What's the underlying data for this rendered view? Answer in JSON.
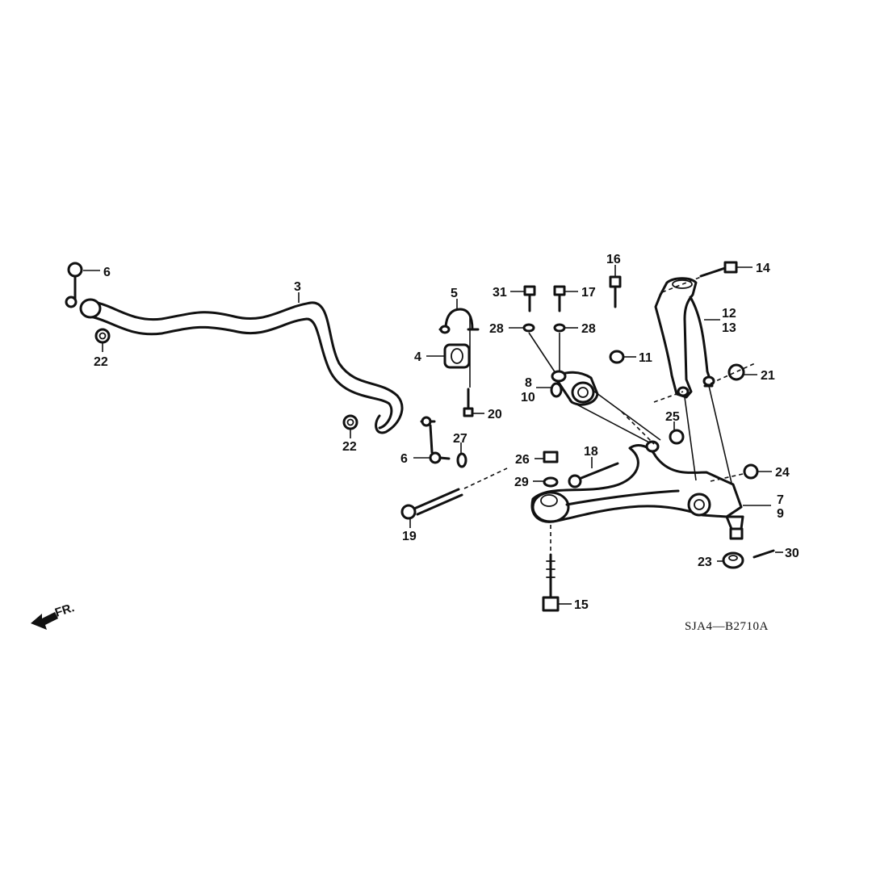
{
  "diagram_code": "SJA4—B2710A",
  "front_indicator": "FR.",
  "callouts": [
    {
      "id": "c6a",
      "text": "6"
    },
    {
      "id": "c3",
      "text": "3"
    },
    {
      "id": "c22a",
      "text": "22"
    },
    {
      "id": "c5",
      "text": "5"
    },
    {
      "id": "c4",
      "text": "4"
    },
    {
      "id": "c20",
      "text": "20"
    },
    {
      "id": "c22b",
      "text": "22"
    },
    {
      "id": "c27",
      "text": "27"
    },
    {
      "id": "c6b",
      "text": "6"
    },
    {
      "id": "c19",
      "text": "19"
    },
    {
      "id": "c31",
      "text": "31"
    },
    {
      "id": "c17",
      "text": "17"
    },
    {
      "id": "c16",
      "text": "16"
    },
    {
      "id": "c28a",
      "text": "28"
    },
    {
      "id": "c28b",
      "text": "28"
    },
    {
      "id": "c8",
      "text": "8"
    },
    {
      "id": "c10",
      "text": "10"
    },
    {
      "id": "c11",
      "text": "11"
    },
    {
      "id": "c14",
      "text": "14"
    },
    {
      "id": "c12",
      "text": "12"
    },
    {
      "id": "c13",
      "text": "13"
    },
    {
      "id": "c21",
      "text": "21"
    },
    {
      "id": "c25",
      "text": "25"
    },
    {
      "id": "c18",
      "text": "18"
    },
    {
      "id": "c26",
      "text": "26"
    },
    {
      "id": "c29",
      "text": "29"
    },
    {
      "id": "c24",
      "text": "24"
    },
    {
      "id": "c7",
      "text": "7"
    },
    {
      "id": "c9",
      "text": "9"
    },
    {
      "id": "c23",
      "text": "23"
    },
    {
      "id": "c30",
      "text": "30"
    },
    {
      "id": "c15",
      "text": "15"
    }
  ]
}
